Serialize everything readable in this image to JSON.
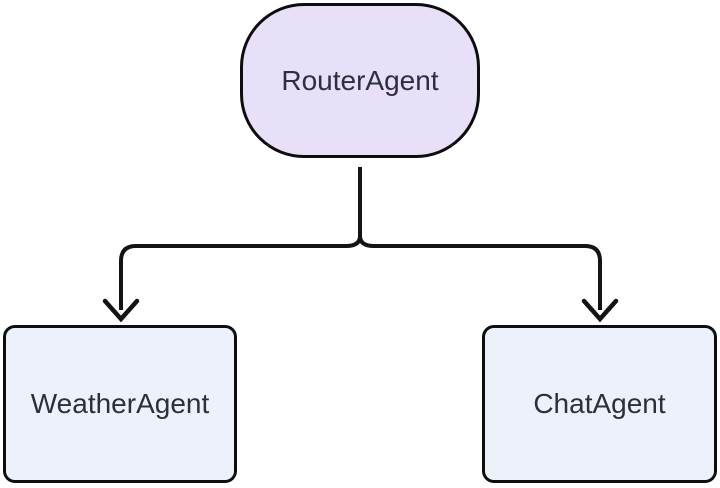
{
  "diagram": {
    "type": "flowchart",
    "direction": "top-down",
    "background_color": "#ffffff",
    "edge_color": "#141414",
    "text_color": "#2e2e3d",
    "nodes": [
      {
        "id": "router",
        "label": "RouterAgent",
        "shape": "stadium",
        "fill": "#e7e0f8",
        "stroke": "#0d0d0d"
      },
      {
        "id": "weather",
        "label": "WeatherAgent",
        "shape": "rounded-rect",
        "fill": "#edf1fa",
        "stroke": "#0d0d0d"
      },
      {
        "id": "chat",
        "label": "ChatAgent",
        "shape": "rounded-rect",
        "fill": "#edf1fa",
        "stroke": "#0d0d0d"
      }
    ],
    "edges": [
      {
        "from": "RouterAgent",
        "to": "WeatherAgent",
        "arrow": "down"
      },
      {
        "from": "RouterAgent",
        "to": "ChatAgent",
        "arrow": "down"
      }
    ]
  }
}
